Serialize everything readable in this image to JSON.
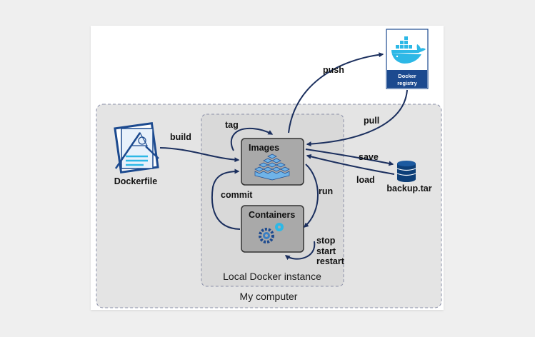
{
  "diagram": {
    "labels": {
      "push": "push",
      "pull": "pull",
      "build": "build",
      "tag": "tag",
      "save": "save",
      "load": "load",
      "commit": "commit",
      "run": "run",
      "stop": "stop",
      "start": "start",
      "restart": "restart"
    },
    "nodes": {
      "dockerfile": "Dockerfile",
      "images": "Images",
      "containers": "Containers",
      "backup": "backup.tar",
      "registry_line1": "Docker",
      "registry_line2": "registry"
    },
    "regions": {
      "local_instance": "Local Docker instance",
      "my_computer": "My computer"
    }
  },
  "colors": {
    "background": "#efefef",
    "arrow": "#1b2f5e",
    "region_fill": "#e4e4e4",
    "instance_fill": "#d9d9d9",
    "box_fill": "#a9a9a9",
    "registry_blue": "#1c4a8f",
    "docker_blue": "#2db8e6",
    "icon_blue": "#3a7fc4",
    "disk_blue": "#0d3f78"
  },
  "icons": [
    "docker-whale-icon",
    "dockerfile-document-icon",
    "image-layers-icon",
    "gears-icon",
    "database-icon"
  ]
}
